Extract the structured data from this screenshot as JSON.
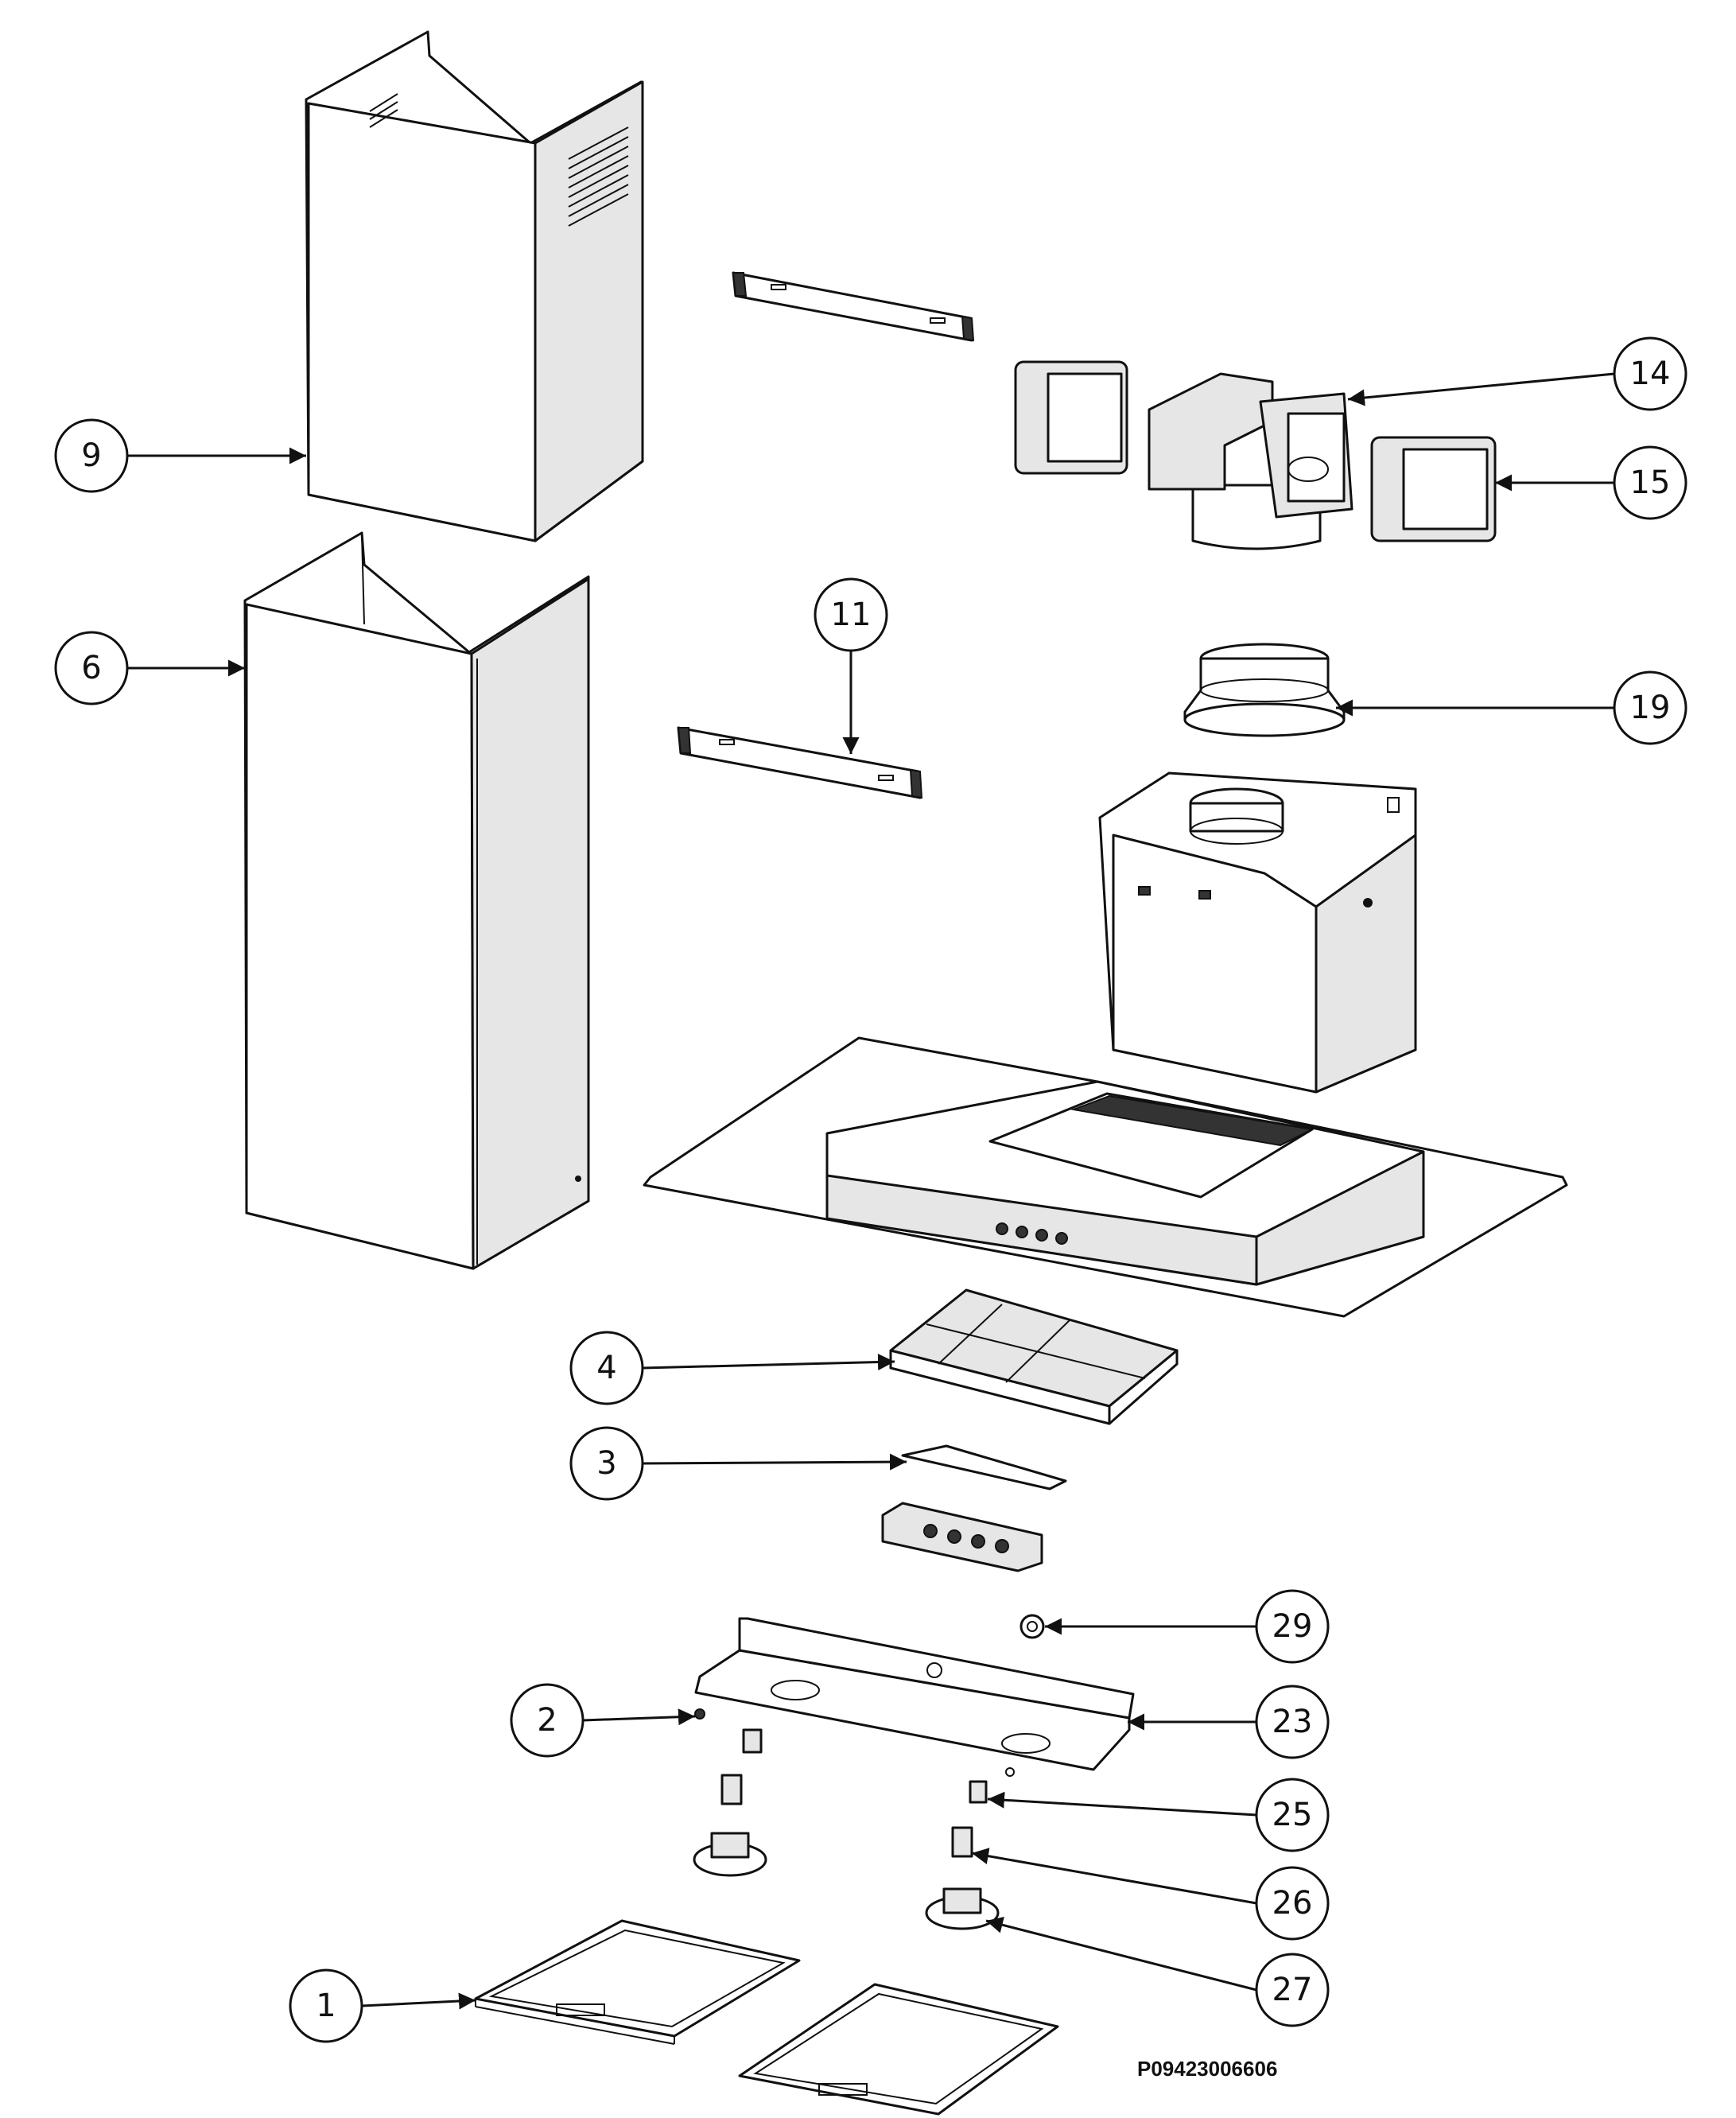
{
  "drawing_code": "P09423006606",
  "callouts": [
    {
      "id": "c1",
      "label": "1"
    },
    {
      "id": "c2",
      "label": "2"
    },
    {
      "id": "c3",
      "label": "3"
    },
    {
      "id": "c4",
      "label": "4"
    },
    {
      "id": "c6",
      "label": "6"
    },
    {
      "id": "c9",
      "label": "9"
    },
    {
      "id": "c11",
      "label": "11"
    },
    {
      "id": "c14",
      "label": "14"
    },
    {
      "id": "c15",
      "label": "15"
    },
    {
      "id": "c19",
      "label": "19"
    },
    {
      "id": "c23",
      "label": "23"
    },
    {
      "id": "c25",
      "label": "25"
    },
    {
      "id": "c26",
      "label": "26"
    },
    {
      "id": "c27",
      "label": "27"
    },
    {
      "id": "c29",
      "label": "29"
    }
  ]
}
